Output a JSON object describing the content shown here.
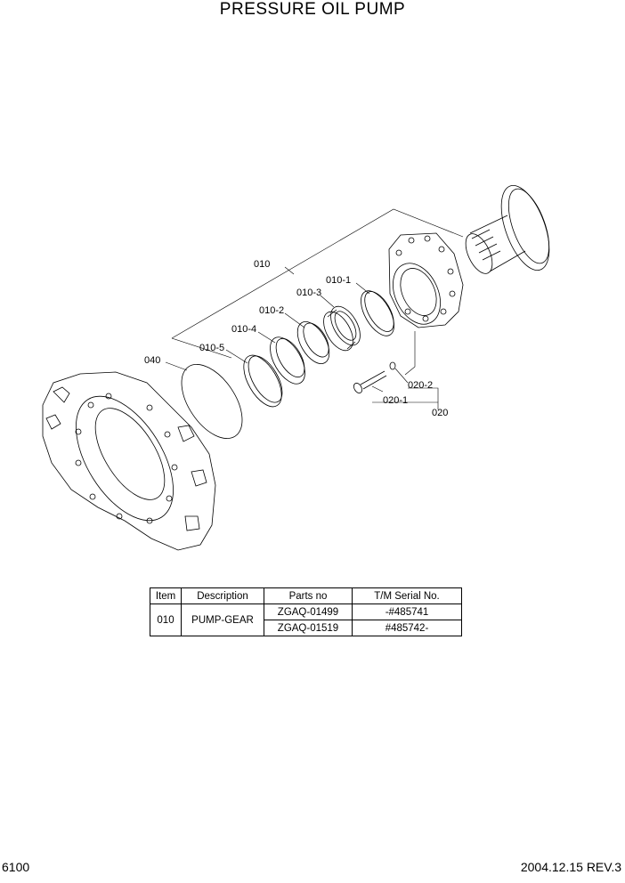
{
  "page": {
    "title": "PRESSURE OIL PUMP",
    "page_number": "6100",
    "date_rev": "2004.12.15  REV.3"
  },
  "callouts": [
    "010",
    "010-1",
    "010-3",
    "010-2",
    "010-4",
    "010-5",
    "040",
    "020-2",
    "020-1",
    "020"
  ],
  "parts_table": {
    "headers": [
      "Item",
      "Description",
      "Parts no",
      "T/M Serial No."
    ],
    "item": "010",
    "description": "PUMP-GEAR",
    "rows": [
      {
        "parts_no": "ZGAQ-01499",
        "serial": "-#485741"
      },
      {
        "parts_no": "ZGAQ-01519",
        "serial": "#485742-"
      }
    ]
  }
}
